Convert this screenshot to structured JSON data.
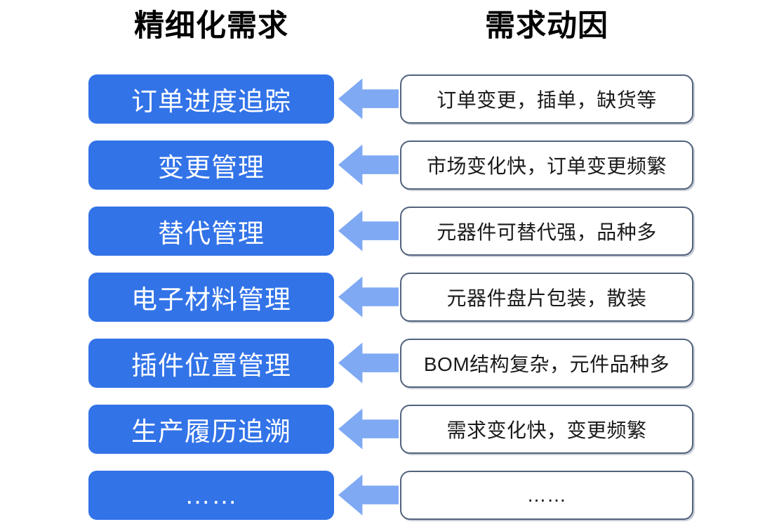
{
  "colors": {
    "box_blue": "#3273e8",
    "arrow_blue": "#7fa9f3",
    "box_border": "#52637d",
    "box_text": "#ffffff",
    "driver_text": "#1a1a1a",
    "header_text": "#000000"
  },
  "headers": {
    "left": "精细化需求",
    "right": "需求动因"
  },
  "rows": [
    {
      "requirement": "订单进度追踪",
      "driver": "订单变更，插单，缺货等"
    },
    {
      "requirement": "变更管理",
      "driver": "市场变化快，订单变更频繁"
    },
    {
      "requirement": "替代管理",
      "driver": "元器件可替代强，品种多"
    },
    {
      "requirement": "电子材料管理",
      "driver": "元器件盘片包装，散装"
    },
    {
      "requirement": "插件位置管理",
      "driver": "BOM结构复杂，元件品种多"
    },
    {
      "requirement": "生产履历追溯",
      "driver": "需求变化快，变更频繁"
    },
    {
      "requirement": "……",
      "driver": "……"
    }
  ]
}
